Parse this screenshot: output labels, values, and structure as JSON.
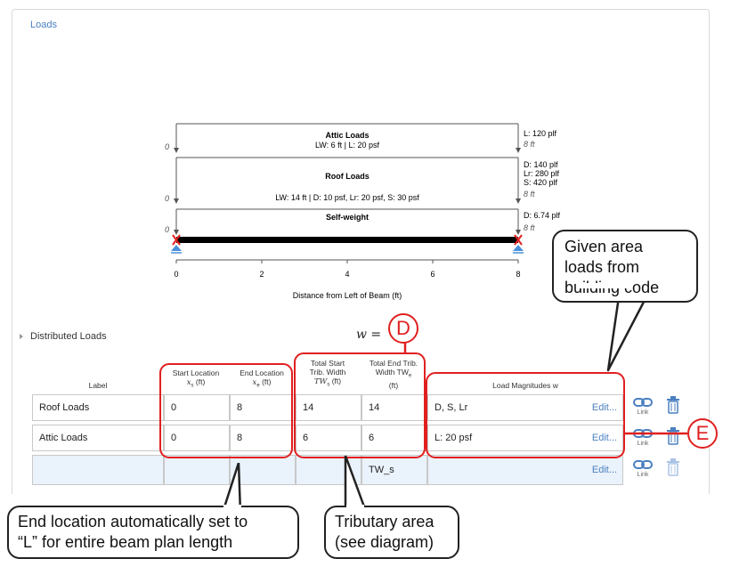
{
  "section_title": "Loads",
  "diagram": {
    "loads": [
      {
        "name": "Attic Loads",
        "sub": "LW: 6 ft | L: 20 psf",
        "start": "0",
        "right_lines": [
          "L: 120 plf"
        ],
        "end": "8 ft"
      },
      {
        "name": "Roof Loads",
        "sub": "LW: 14 ft | D: 10 psf, Lr: 20 psf, S: 30 psf",
        "start": "0",
        "right_lines": [
          "D: 140 plf",
          "Lr: 280 plf",
          "S: 420 plf"
        ],
        "end": "8 ft"
      },
      {
        "name": "Self-weight",
        "sub": "",
        "start": "0",
        "right_lines": [
          "D: 6.74 plf"
        ],
        "end": "8 ft"
      }
    ],
    "x_ticks": [
      "0",
      "2",
      "4",
      "6",
      "8"
    ],
    "xlabel": "Distance from Left of Beam (ft)"
  },
  "distributed": {
    "section_label": "Distributed Loads",
    "w_symbol": "w =",
    "headers": {
      "label": "Label",
      "start_l1": "Start Location",
      "start_l2": "x",
      "start_unit": "(ft)",
      "end_l1": "End Location",
      "end_l2": "x",
      "end_unit": "(ft)",
      "tws_l1": "Total Start",
      "tws_l2": "Trib. Width",
      "tws_l3": "TW",
      "tws_unit": "(ft)",
      "twe_l1": "Total End Trib.",
      "twe_l2": "Width TW",
      "twe_unit": "(ft)",
      "mag": "Load Magnitudes w"
    },
    "rows": [
      {
        "label": "Roof Loads",
        "start": "0",
        "end": "8",
        "tws": "14",
        "twe": "14",
        "mag": "D, S, Lr",
        "edit": "Edit...",
        "link": "Link"
      },
      {
        "label": "Attic Loads",
        "start": "0",
        "end": "8",
        "tws": "6",
        "twe": "6",
        "mag": "L: 20 psf",
        "edit": "Edit...",
        "link": "Link"
      },
      {
        "label": "",
        "start": "",
        "end": "",
        "tws": "",
        "twe": "TW_s",
        "mag": "",
        "edit": "Edit...",
        "link": "Link"
      }
    ]
  },
  "annotations": {
    "badge_d": "D",
    "badge_e": "E",
    "callout_area_l1": "Given area",
    "callout_area_l2": "loads from",
    "callout_area_l3": "building code",
    "callout_end_l1": "End location automatically set to",
    "callout_end_l2": "“L” for entire beam plan length",
    "callout_trib_l1": "Tributary area",
    "callout_trib_l2": "(see diagram)"
  },
  "colors": {
    "accent": "#4a7fc1",
    "annotation_red": "#e02020",
    "beam": "#000000",
    "support_blue": "#4a90d9",
    "support_red": "#e02020",
    "row_empty": "#eaf2fb"
  }
}
